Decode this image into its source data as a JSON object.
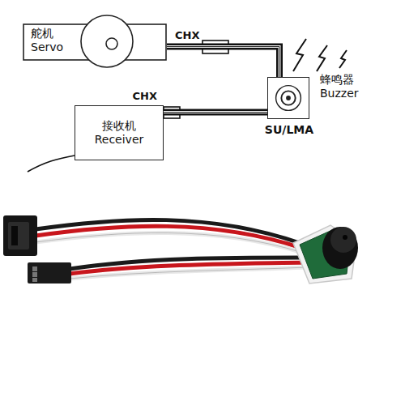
{
  "diagram": {
    "nodes": [
      {
        "text": [
          "舵机 Servo"
        ]
      },
      {
        "text": [
          "接收机 Receiver"
        ]
      },
      {
        "text": [
          "SU/LMA",
          "蜂鸣器 Buzzer"
        ]
      }
    ],
    "edges": [
      {
        "from": 0,
        "to": 2,
        "arrow": "none",
        "label": "CHX"
      },
      {
        "from": 1,
        "to": 2,
        "arrow": "none",
        "label": "CHX"
      }
    ]
  }
}
